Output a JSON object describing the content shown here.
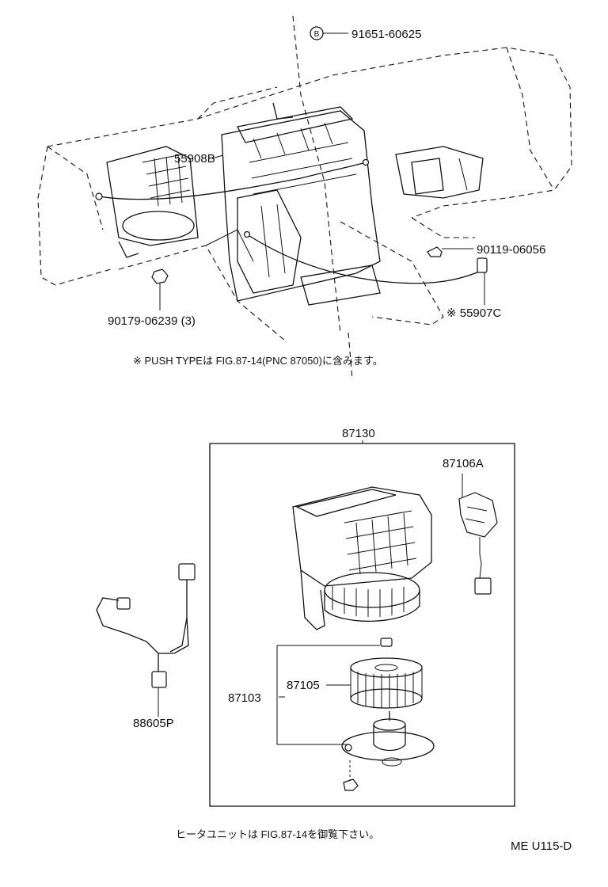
{
  "diagram": {
    "top_labels": {
      "bolt_b": "91651-60625",
      "bolt_b_symbol": "B",
      "cable_upper": "55908B",
      "screw_right": "90119-06056",
      "nut_left": "90179-06239 (3)",
      "cable_lower": "※ 55907C"
    },
    "note_push_type": "※ PUSH TYPEは FIG.87-14(PNC 87050)に含みます。",
    "lower_labels": {
      "unit_box": "87130",
      "damper_servo": "87106A",
      "motor_assy": "87103",
      "fan": "87105",
      "harness": "88605P"
    },
    "note_heater_unit": "ヒータユニットは FIG.87-14を御覧下さい。",
    "page_code": "ME U115-D"
  }
}
